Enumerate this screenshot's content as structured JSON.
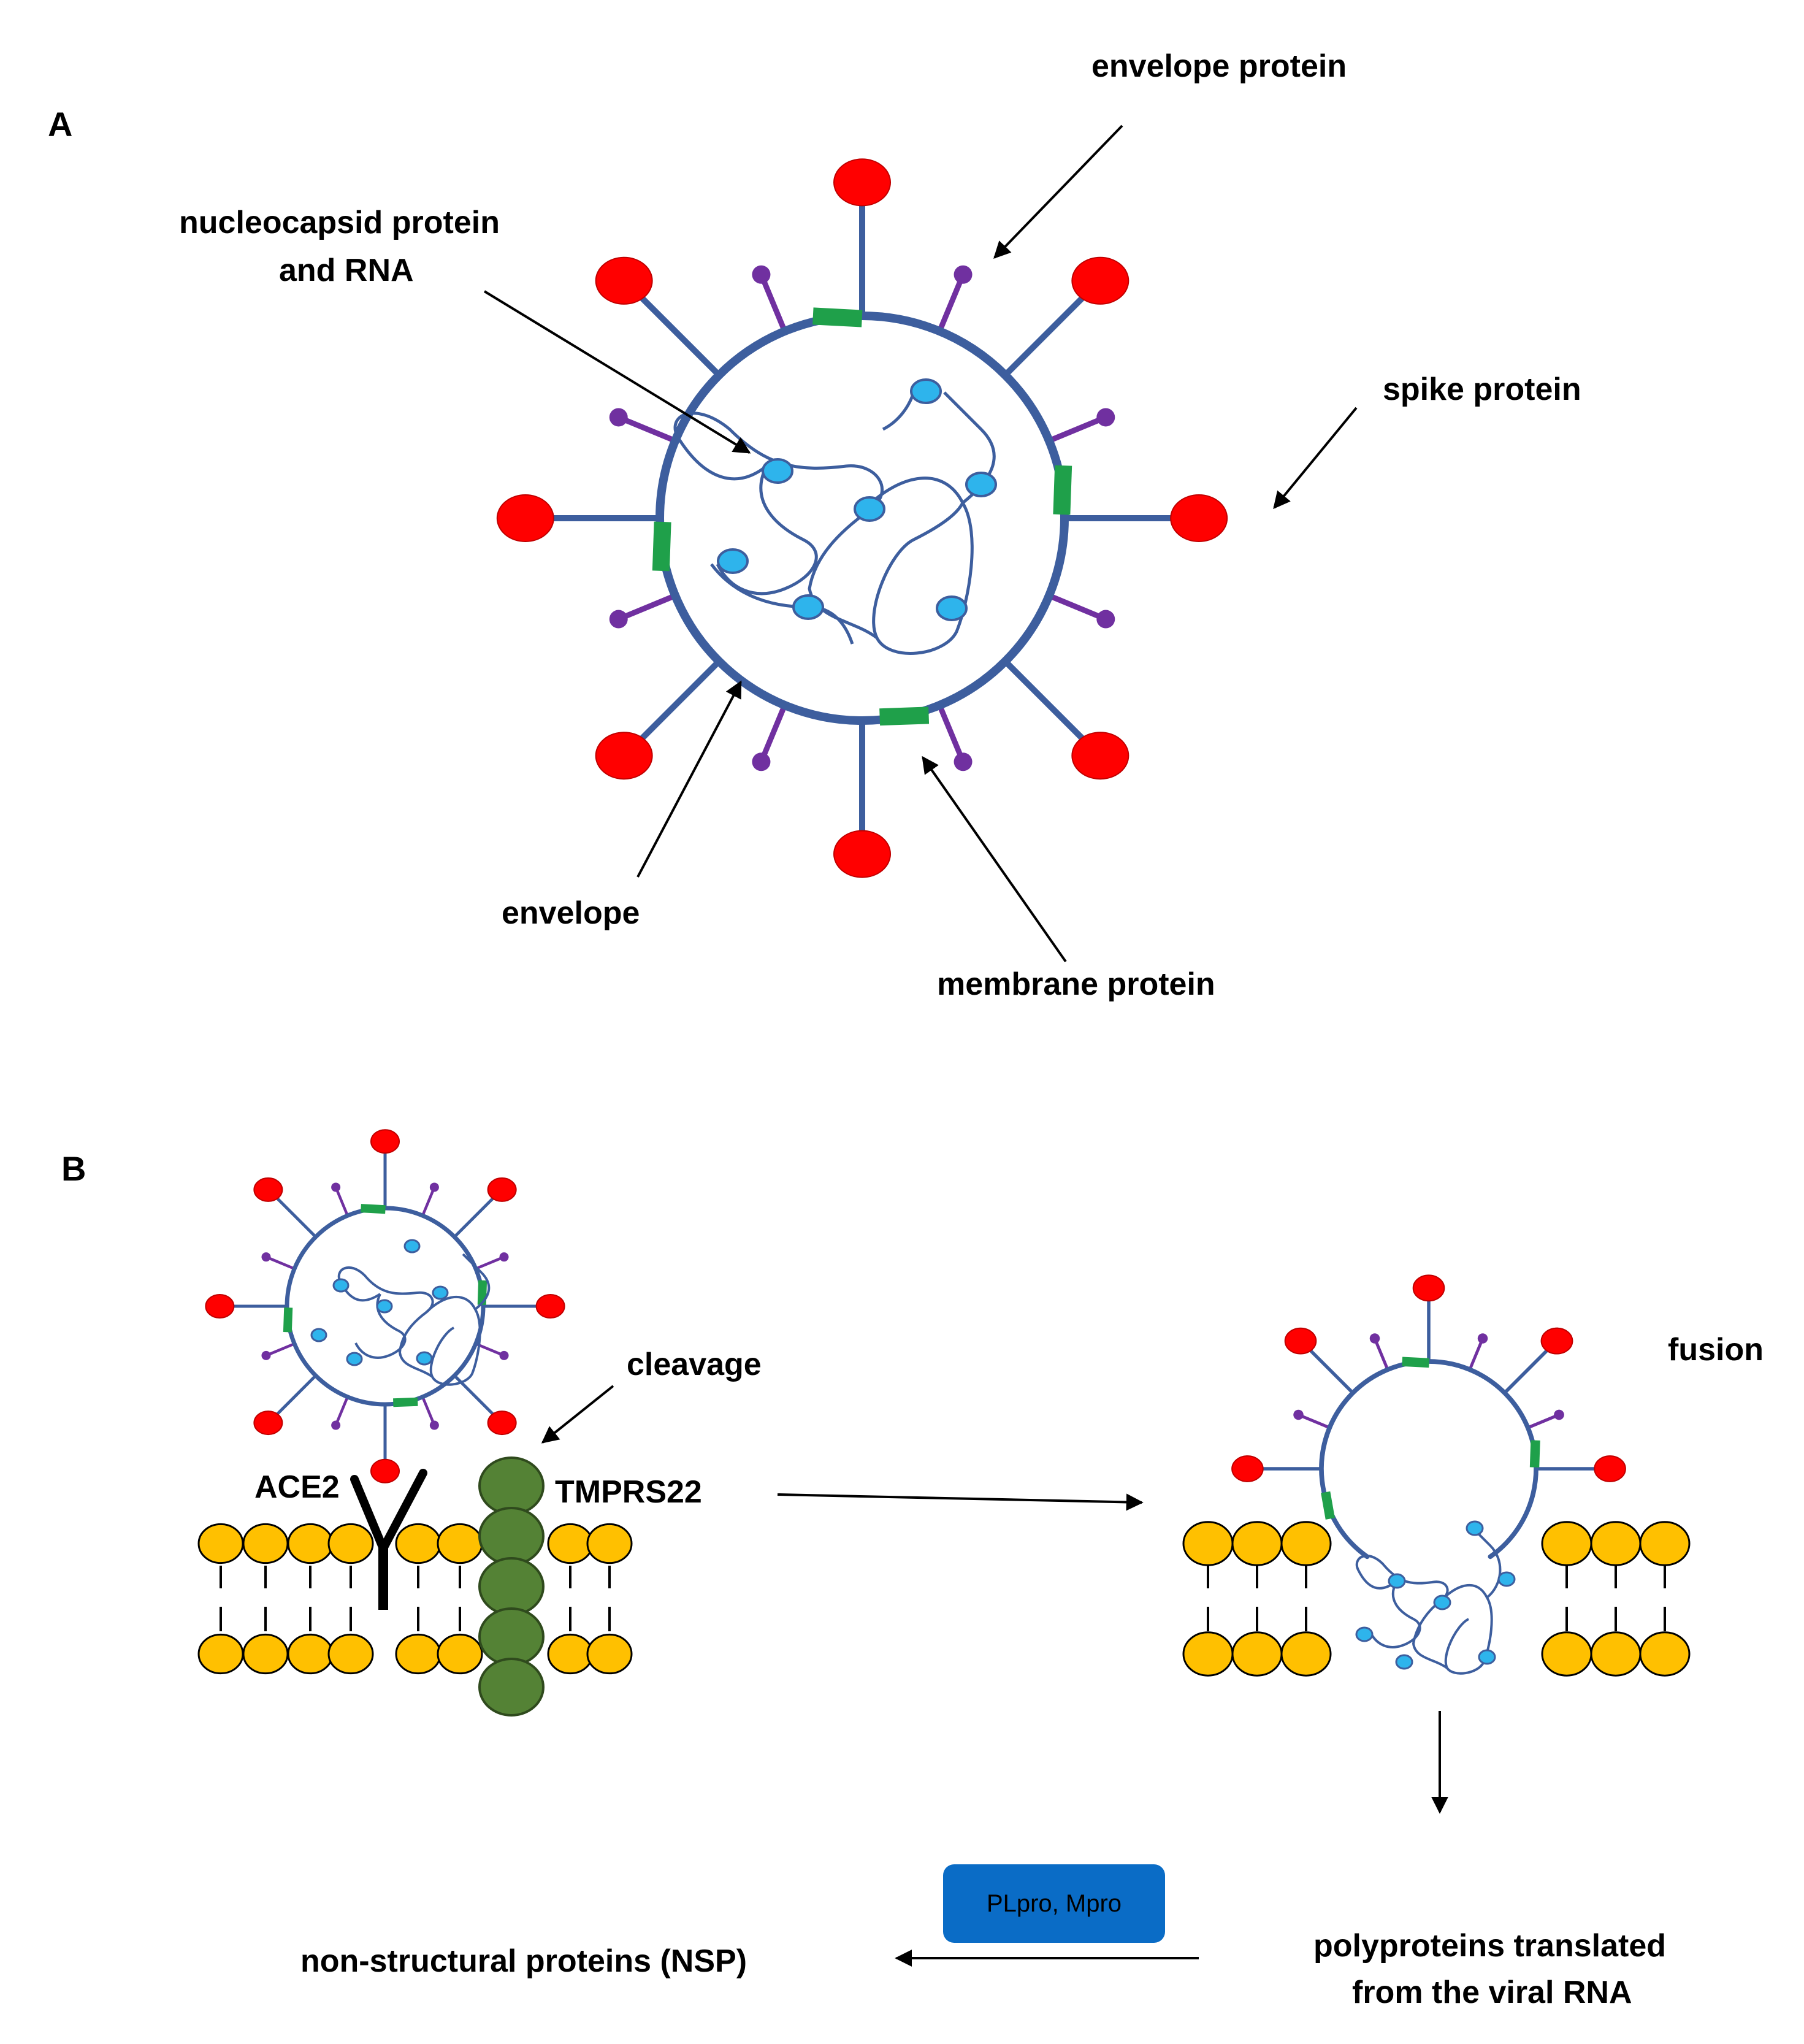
{
  "panel_a": {
    "letter": "A",
    "labels": {
      "envelope_protein": "envelope protein",
      "nucleocapsid_line1": "nucleocapsid protein",
      "nucleocapsid_line2": "and RNA",
      "spike_protein": "spike  protein",
      "envelope": "envelope",
      "membrane_protein": "membrane protein"
    }
  },
  "panel_b": {
    "letter": "B",
    "labels": {
      "cleavage": "cleavage",
      "ace2": "ACE2",
      "tmprs": "TMPRS22",
      "fusion": "fusion",
      "enzymes": "PLpro, Mpro",
      "nsp": "non-structural proteins (NSP)",
      "poly_line1": "polyproteins translated",
      "poly_line2": "from the viral RNA"
    }
  },
  "colors": {
    "membrane": "#3D5E9E",
    "spike": "#FF0000",
    "envelope_protein": "#7030A0",
    "membrane_protein": "#1FA04A",
    "nucleocapsid": "#2EB4EC",
    "lipid_head": "#FFC000",
    "tmprss": "#548235",
    "enzyme_box": "#0A6CC6",
    "text": "#000000"
  }
}
